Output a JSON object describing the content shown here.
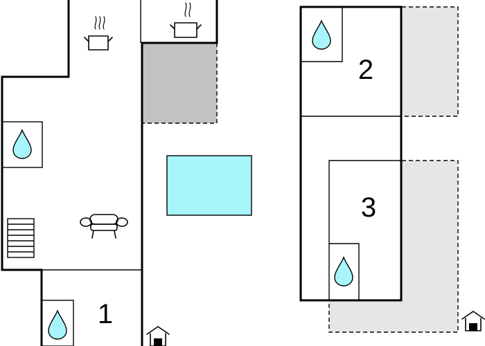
{
  "colors": {
    "wall": "#000000",
    "background": "#ffffff",
    "pool": "#a8f4fb",
    "water_drop": "#a8f4fb",
    "terrace_light": "#e6e6e6",
    "terrace_dark": "#c2c2c2"
  },
  "rooms": [
    {
      "label": "1"
    },
    {
      "label": "2"
    },
    {
      "label": "3"
    }
  ],
  "icons": {
    "bathroom": "water-drop-icon",
    "kitchen": "cooking-pot-icon",
    "living": "sofa-icon",
    "stairs": "stairs-icon",
    "entrance": "house-entrance-icon"
  }
}
